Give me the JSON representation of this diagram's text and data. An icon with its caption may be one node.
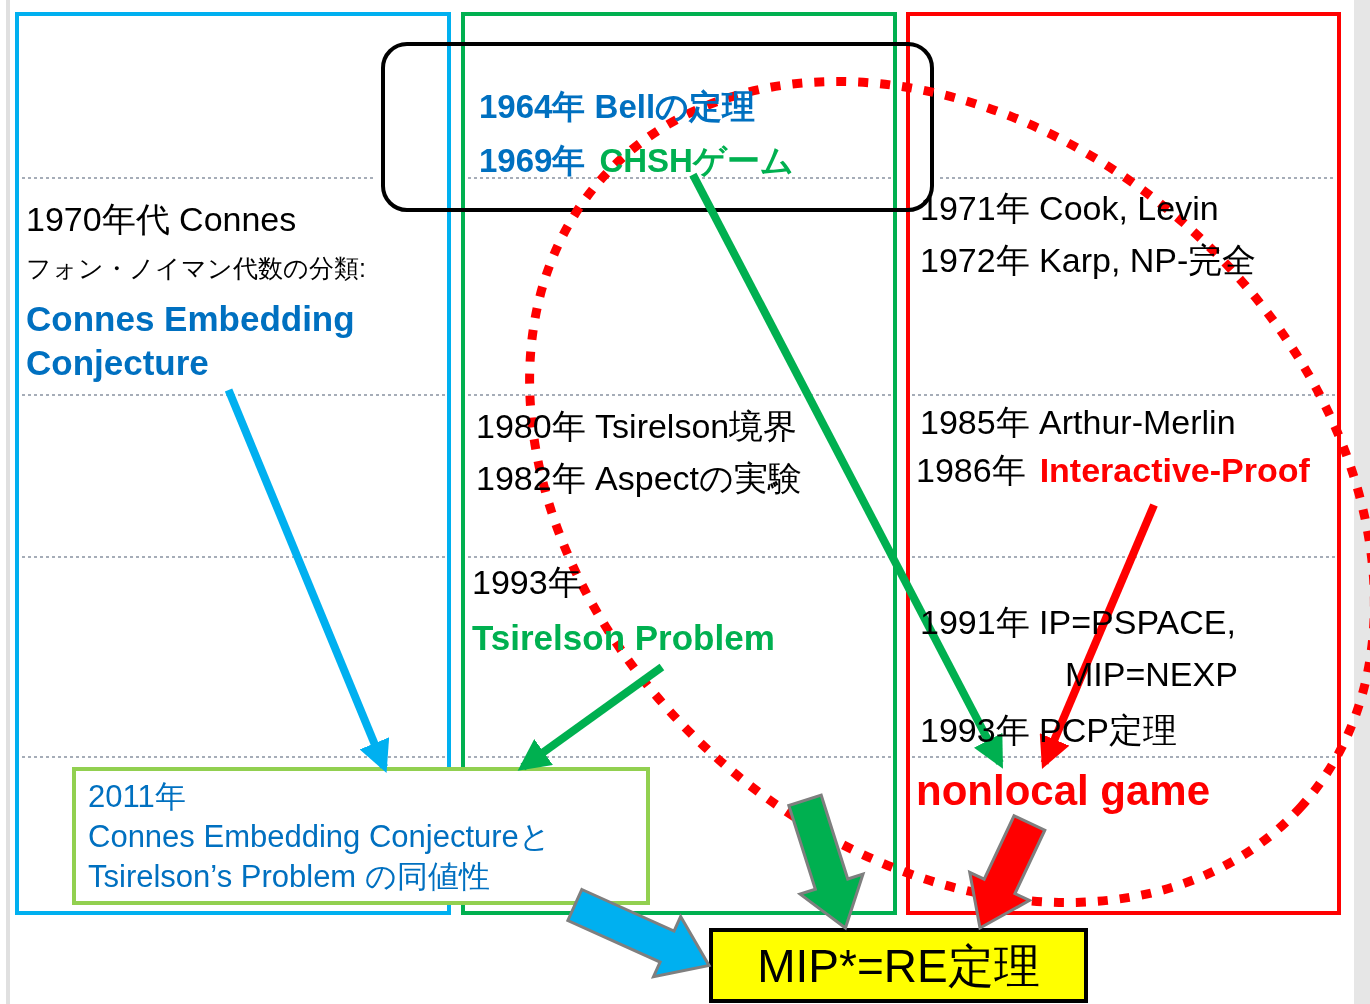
{
  "diagram": {
    "nodes": [
      {
        "text": [],
        "shape": "box"
      },
      {
        "text": [],
        "shape": "box"
      },
      {
        "text": [],
        "shape": "box"
      },
      {
        "text": [
          "1964年 Bellの定理",
          "1969年",
          "CHSHゲーム"
        ]
      },
      {
        "text": [
          "1970年代 Connes",
          "フォン・ノイマン代数の分類:",
          "Connes Embedding Conjecture"
        ],
        "in": 0
      },
      {
        "text": [
          "1993年",
          "Tsirelson Problem"
        ],
        "in": 1
      },
      {
        "text": [
          "1986年",
          "Interactive-Proof"
        ],
        "in": 2
      },
      {
        "text": [
          "nonlocal game"
        ],
        "in": 2
      },
      {
        "text": [
          "2011年",
          "Connes Embedding Conjectureと Tsirelson’s Problem の同値性"
        ]
      },
      {
        "text": [
          "MIP*=RE定理"
        ]
      }
    ],
    "edges": [
      {
        "from": 4,
        "to": 8,
        "arrow": "to",
        "color": "#00b0f0"
      },
      {
        "from": 5,
        "to": 8,
        "arrow": "to",
        "color": "#00b050"
      },
      {
        "from": 3,
        "to": 7,
        "arrow": "to",
        "color": "#00b050"
      },
      {
        "from": 6,
        "to": 7,
        "arrow": "to",
        "color": "#ff0000"
      },
      {
        "from": 8,
        "to": 9,
        "arrow": "to",
        "style": "thick",
        "color": "#00b0f0"
      },
      {
        "from": 1,
        "to": 9,
        "arrow": "to",
        "style": "thick",
        "color": "#00b050"
      },
      {
        "from": 7,
        "to": 9,
        "arrow": "to",
        "style": "thick",
        "color": "#ff0000"
      }
    ],
    "labels": [
      "1971年 Cook, Levin",
      "1972年 Karp, NP-完全",
      "1980年 Tsirelson境界",
      "1982年 Aspectの実験",
      "1985年 Arthur-Merlin",
      "1991年 IP=PSPACE, MIP=NEXP",
      "1993年 PCP定理"
    ]
  }
}
